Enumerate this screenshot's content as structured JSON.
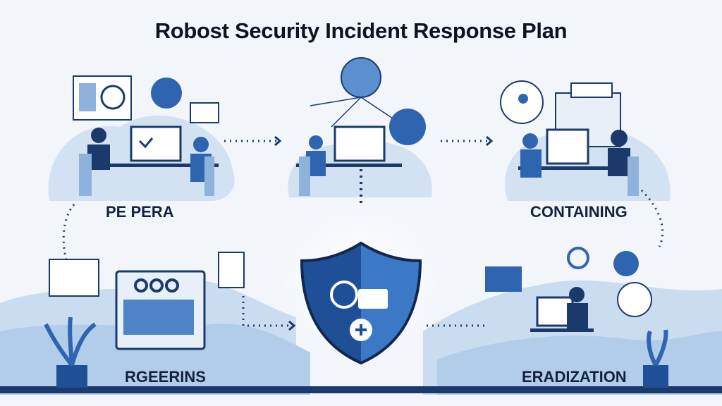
{
  "title": "Robost Security Incident Response Plan",
  "stages": {
    "preparation": "PE PERA",
    "containing": "CONTAINING",
    "recovering": "RGEERINS",
    "eradication": "ERADIZATION"
  },
  "colors": {
    "navy": "#1b3a6b",
    "blue": "#2f64b0",
    "light_blue": "#bcd3ec",
    "background": "#f2f6fb"
  }
}
